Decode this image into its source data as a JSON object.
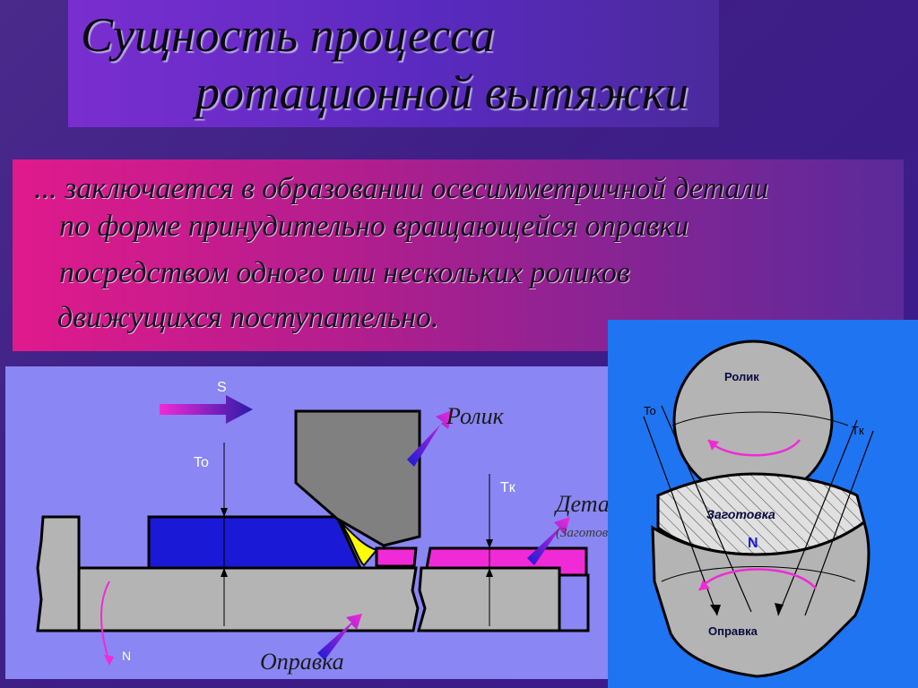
{
  "slide": {
    "title_line1": "Сущность процесса",
    "title_line2": "ротационной вытяжки",
    "definition": [
      "... заключается в образовании осесимметричной детали",
      "по форме принудительно вращающейся оправки",
      "посредством одного или нескольких роликов",
      "движущихся поступательно."
    ]
  },
  "left_diagram": {
    "label_s": "S",
    "label_to": "To",
    "label_tk": "Tк",
    "label_n": "N",
    "label_roller": "Ролик",
    "label_part": "Деталь",
    "label_blank": "(Заготовка)",
    "label_mandrel": "Оправка"
  },
  "right_diagram": {
    "label_roller": "Ролик",
    "label_to": "To",
    "label_tk": "Tк",
    "label_blank": "Заготовка",
    "label_n": "N",
    "label_mandrel": "Оправка"
  },
  "colors": {
    "title_bg": "#7a2ed0",
    "definition_bg": "#e01a8c",
    "left_panel_bg": "#8a86f4",
    "right_panel_bg": "#1f74f2",
    "blank_blue": "#1a1ad6",
    "part_magenta": "#f02ad6",
    "deformation_yellow": "#ffff00",
    "tool_gray": "#b4b4b4",
    "roller_gray": "#808080"
  }
}
